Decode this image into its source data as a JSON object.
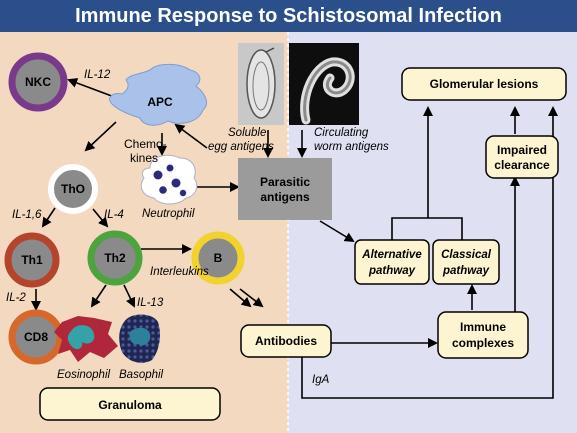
{
  "title": "Immune Response to Schistosomal Infection",
  "cells": {
    "nkc": "NKC",
    "apc": "APC",
    "tho": "ThO",
    "th1": "Th1",
    "th2": "Th2",
    "b": "B",
    "cd8": "CD8"
  },
  "labels": {
    "il12": "IL-12",
    "chemokines_line1": "Chemo-",
    "chemokines_line2": "kines",
    "il16": "IL-1,6",
    "il4": "IL-4",
    "il2": "IL-2",
    "il13": "IL-13",
    "interleukins": "Interleukins",
    "neutrophil": "Neutrophil",
    "eosinophil": "Eosinophil",
    "basophil": "Basophil",
    "soluble_line1": "Soluble",
    "soluble_line2": "egg antigens",
    "circulating_line1": "Circulating",
    "circulating_line2": "worm antigens",
    "parasitic_line1": "Parasitic",
    "parasitic_line2": "antigens",
    "iga": "IgA"
  },
  "boxes": {
    "granuloma": "Granuloma",
    "antibodies": "Antibodies",
    "glomerular": "Glomerular lesions",
    "impaired_line1": "Impaired",
    "impaired_line2": "clearance",
    "alternative_line1": "Alternative",
    "alternative_line2": "pathway",
    "classical_line1": "Classical",
    "classical_line2": "pathway",
    "immune_line1": "Immune",
    "immune_line2": "complexes"
  },
  "colors": {
    "title_bar": "#2b4f8a",
    "left_panel": "#f3d9c0",
    "right_panel": "#dfe1f2",
    "box_fill": "#fdf5d2",
    "cell_gray": "#8a8a8a",
    "nkc_ring": "#7a3a8c",
    "tho_ring": "#ffffff",
    "th1_ring": "#b5442c",
    "th2_ring": "#4ca340",
    "b_ring": "#f2d22c",
    "cd8_ring": "#d7682a",
    "apc_fill": "#aac2ea",
    "parasitic_box": "#9b9b9b"
  }
}
